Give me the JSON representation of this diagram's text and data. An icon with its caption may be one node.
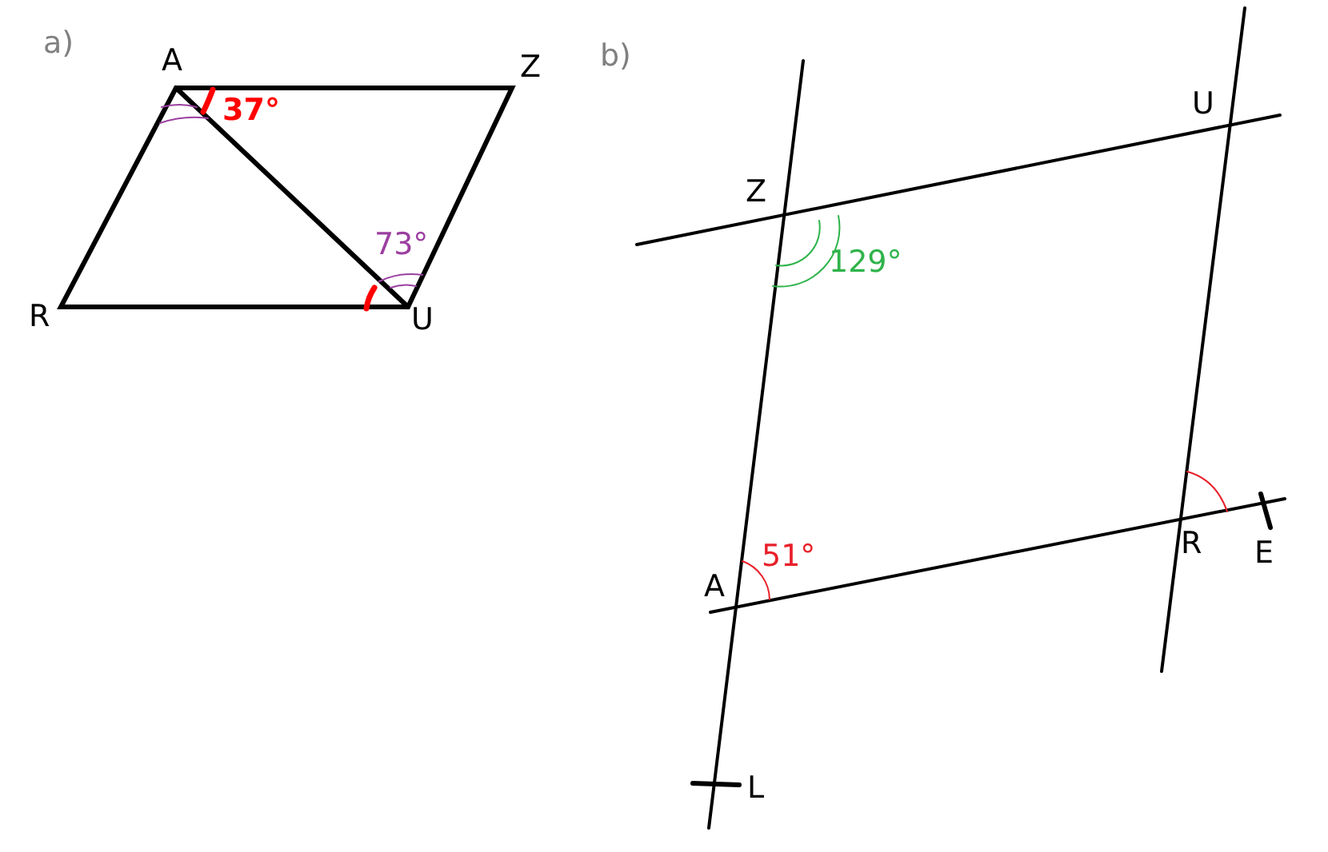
{
  "diagram": {
    "labels": [
      "a)",
      "A",
      "Z",
      "37°",
      "73°",
      "R",
      "U",
      "b)",
      "U",
      "Z",
      "129°",
      "51°",
      "A",
      "R",
      "E",
      "L"
    ]
  }
}
